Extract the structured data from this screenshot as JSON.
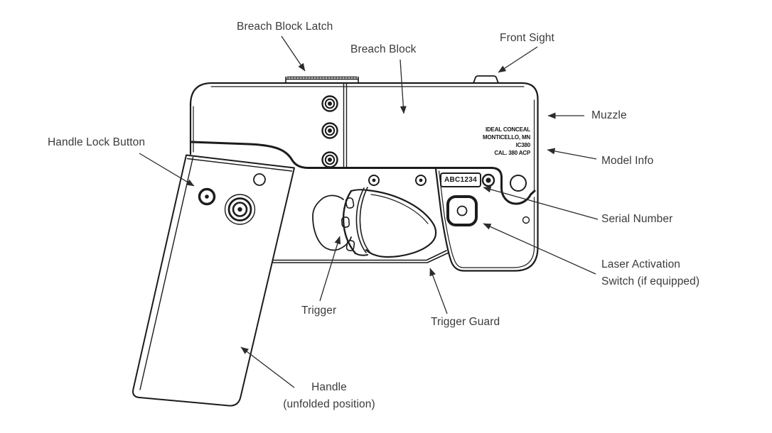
{
  "diagram": {
    "title": "Folding pistol parts diagram",
    "background_color": "#ffffff",
    "line_color": "#1c1c1c",
    "label_color": "#3b3b3b"
  },
  "labels": {
    "breach_block_latch": "Breach Block Latch",
    "breach_block": "Breach Block",
    "front_sight": "Front Sight",
    "muzzle": "Muzzle",
    "model_info": "Model Info",
    "handle_lock_button": "Handle Lock Button",
    "serial_number": "Serial Number",
    "laser_activation_switch": [
      "Laser Activation",
      "Switch (if equipped)"
    ],
    "trigger": "Trigger",
    "trigger_guard": "Trigger Guard",
    "handle": [
      "Handle",
      "(unfolded position)"
    ]
  },
  "engravings": {
    "model_info": [
      "IDEAL CONCEAL",
      "MONTICELLO, MN",
      "IC380",
      "CAL. 380 ACP"
    ],
    "serial_number": "ABC1234"
  }
}
